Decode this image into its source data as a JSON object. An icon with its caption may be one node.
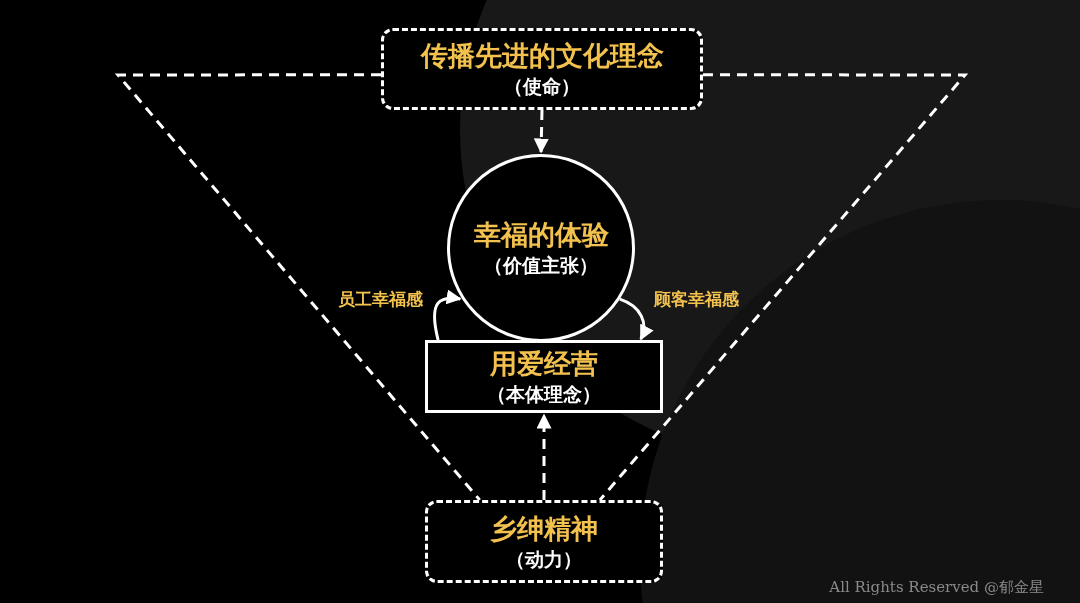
{
  "diagram": {
    "nodes": [
      {
        "text": [
          "传播先进的文化理念",
          "（使命）"
        ]
      },
      {
        "text": [
          "幸福的体验",
          "（价值主张）"
        ]
      },
      {
        "text": [
          "用爱经营",
          "（本体理念）"
        ]
      },
      {
        "text": [
          "乡绅精神",
          "（动力）"
        ]
      }
    ],
    "edges": [
      {
        "from": 0,
        "to": 1,
        "arrow": "to",
        "style": "dashed"
      },
      {
        "from": 3,
        "to": 2,
        "arrow": "to",
        "style": "dashed"
      },
      {
        "from": 2,
        "to": 1,
        "arrow": "to",
        "label": "员工幸福感"
      },
      {
        "from": 1,
        "to": 2,
        "arrow": "to",
        "label": "顾客幸福感"
      },
      {
        "from": 0,
        "to": 3,
        "arrow": "none",
        "style": "dashed"
      },
      {
        "from": 0,
        "to": 3,
        "arrow": "none",
        "style": "dashed"
      }
    ],
    "labels": [
      "All Rights Reserved @郁金星"
    ]
  }
}
